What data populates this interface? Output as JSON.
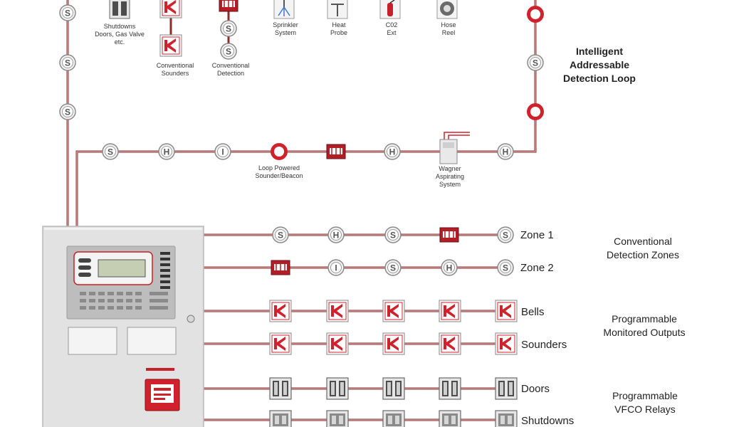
{
  "colors": {
    "wire": "#8a2c2c",
    "wire_light": "#e8c9c9",
    "device_red": "#c8202a",
    "panel_gray": "#dedede"
  },
  "top_devices": {
    "shutdowns": [
      "Shutdowns",
      "Doors, Gas Valve",
      "etc."
    ],
    "conv_sounders": [
      "Conventional",
      "Sounders"
    ],
    "conv_detection": [
      "Conventional",
      "Detection"
    ],
    "sprinkler": [
      "Sprinkler",
      "System"
    ],
    "heat_probe": [
      "Heat",
      "Probe"
    ],
    "co2": [
      "C02",
      "Ext"
    ],
    "hose_reel": [
      "Hose",
      "Reel"
    ]
  },
  "loop": {
    "title": [
      "Intelligent",
      "Addressable",
      "Detection Loop"
    ],
    "beacon_label": [
      "Loop Powered",
      "Sounder/Beacon"
    ],
    "aspirating_label": [
      "Wagner",
      "Aspirating",
      "System"
    ]
  },
  "symbols": {
    "smoke": "S",
    "heat": "H",
    "interface": "I"
  },
  "zones": {
    "section_title": [
      "Conventional",
      "Detection Zones"
    ],
    "zone1": "Zone 1",
    "zone2": "Zone 2"
  },
  "outputs": {
    "section_title": [
      "Programmable",
      "Monitored Outputs"
    ],
    "bells": "Bells",
    "sounders": "Sounders"
  },
  "relays": {
    "section_title": [
      "Programmable",
      "VFCO Relays"
    ],
    "doors": "Doors",
    "shutdowns": "Shutdowns"
  }
}
